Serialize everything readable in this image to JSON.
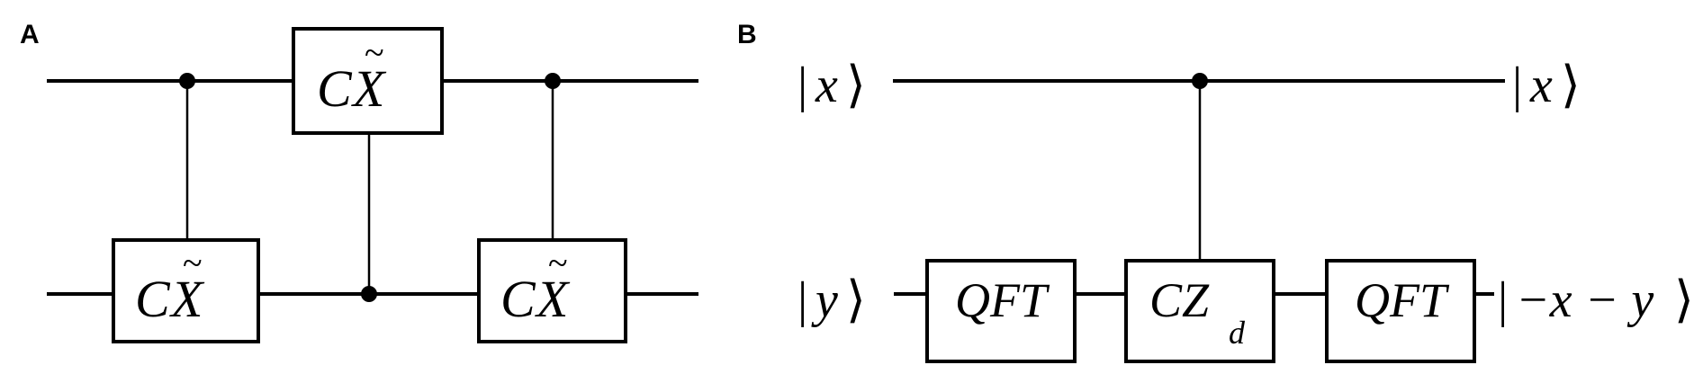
{
  "panel_a": {
    "label": "A",
    "gates": [
      {
        "id": "g-top-middle",
        "base": "C",
        "op": "X",
        "accent": "~"
      },
      {
        "id": "g-bottom-left",
        "base": "C",
        "op": "X",
        "accent": "~"
      },
      {
        "id": "g-bottom-right",
        "base": "C",
        "op": "X",
        "accent": "~"
      }
    ]
  },
  "panel_b": {
    "label": "B",
    "inputs": {
      "x_bar": "|",
      "x_var": "x",
      "x_close": "⟩",
      "y_bar": "|",
      "y_var": "y",
      "y_close": "⟩"
    },
    "outputs": {
      "x_bar": "|",
      "x_var": "x",
      "x_close": "⟩",
      "y_bar": "|",
      "y_expr": "−x − y",
      "y_close": "⟩"
    },
    "gates": [
      {
        "id": "qft-1",
        "text": "QFT"
      },
      {
        "id": "cz",
        "base": "CZ",
        "sub": "d"
      },
      {
        "id": "qft-2",
        "text": "QFT"
      }
    ]
  }
}
